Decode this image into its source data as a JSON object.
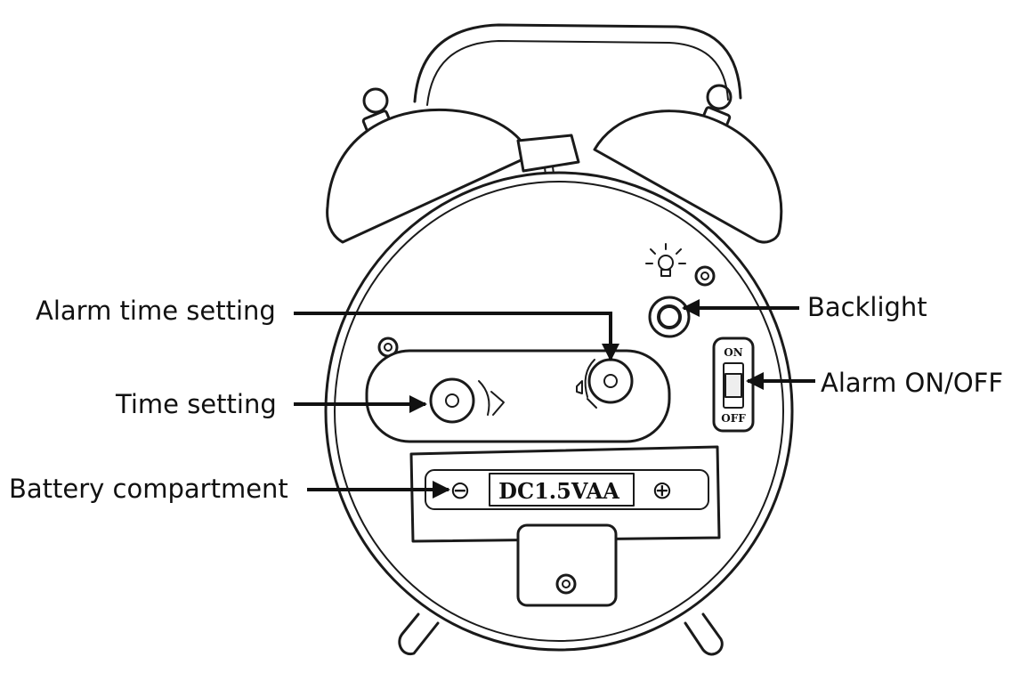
{
  "labels": {
    "alarm_time_setting": "Alarm time setting",
    "time_setting": "Time setting",
    "battery_compartment": "Battery compartment",
    "backlight": "Backlight",
    "alarm_on_off": "Alarm ON/OFF"
  },
  "battery": {
    "spec": "DC1.5VAA",
    "minus": "⊖",
    "plus": "⊕"
  },
  "switch": {
    "on": "ON",
    "off": "OFF"
  },
  "colors": {
    "line": "#1a1a1a",
    "background": "#ffffff"
  }
}
